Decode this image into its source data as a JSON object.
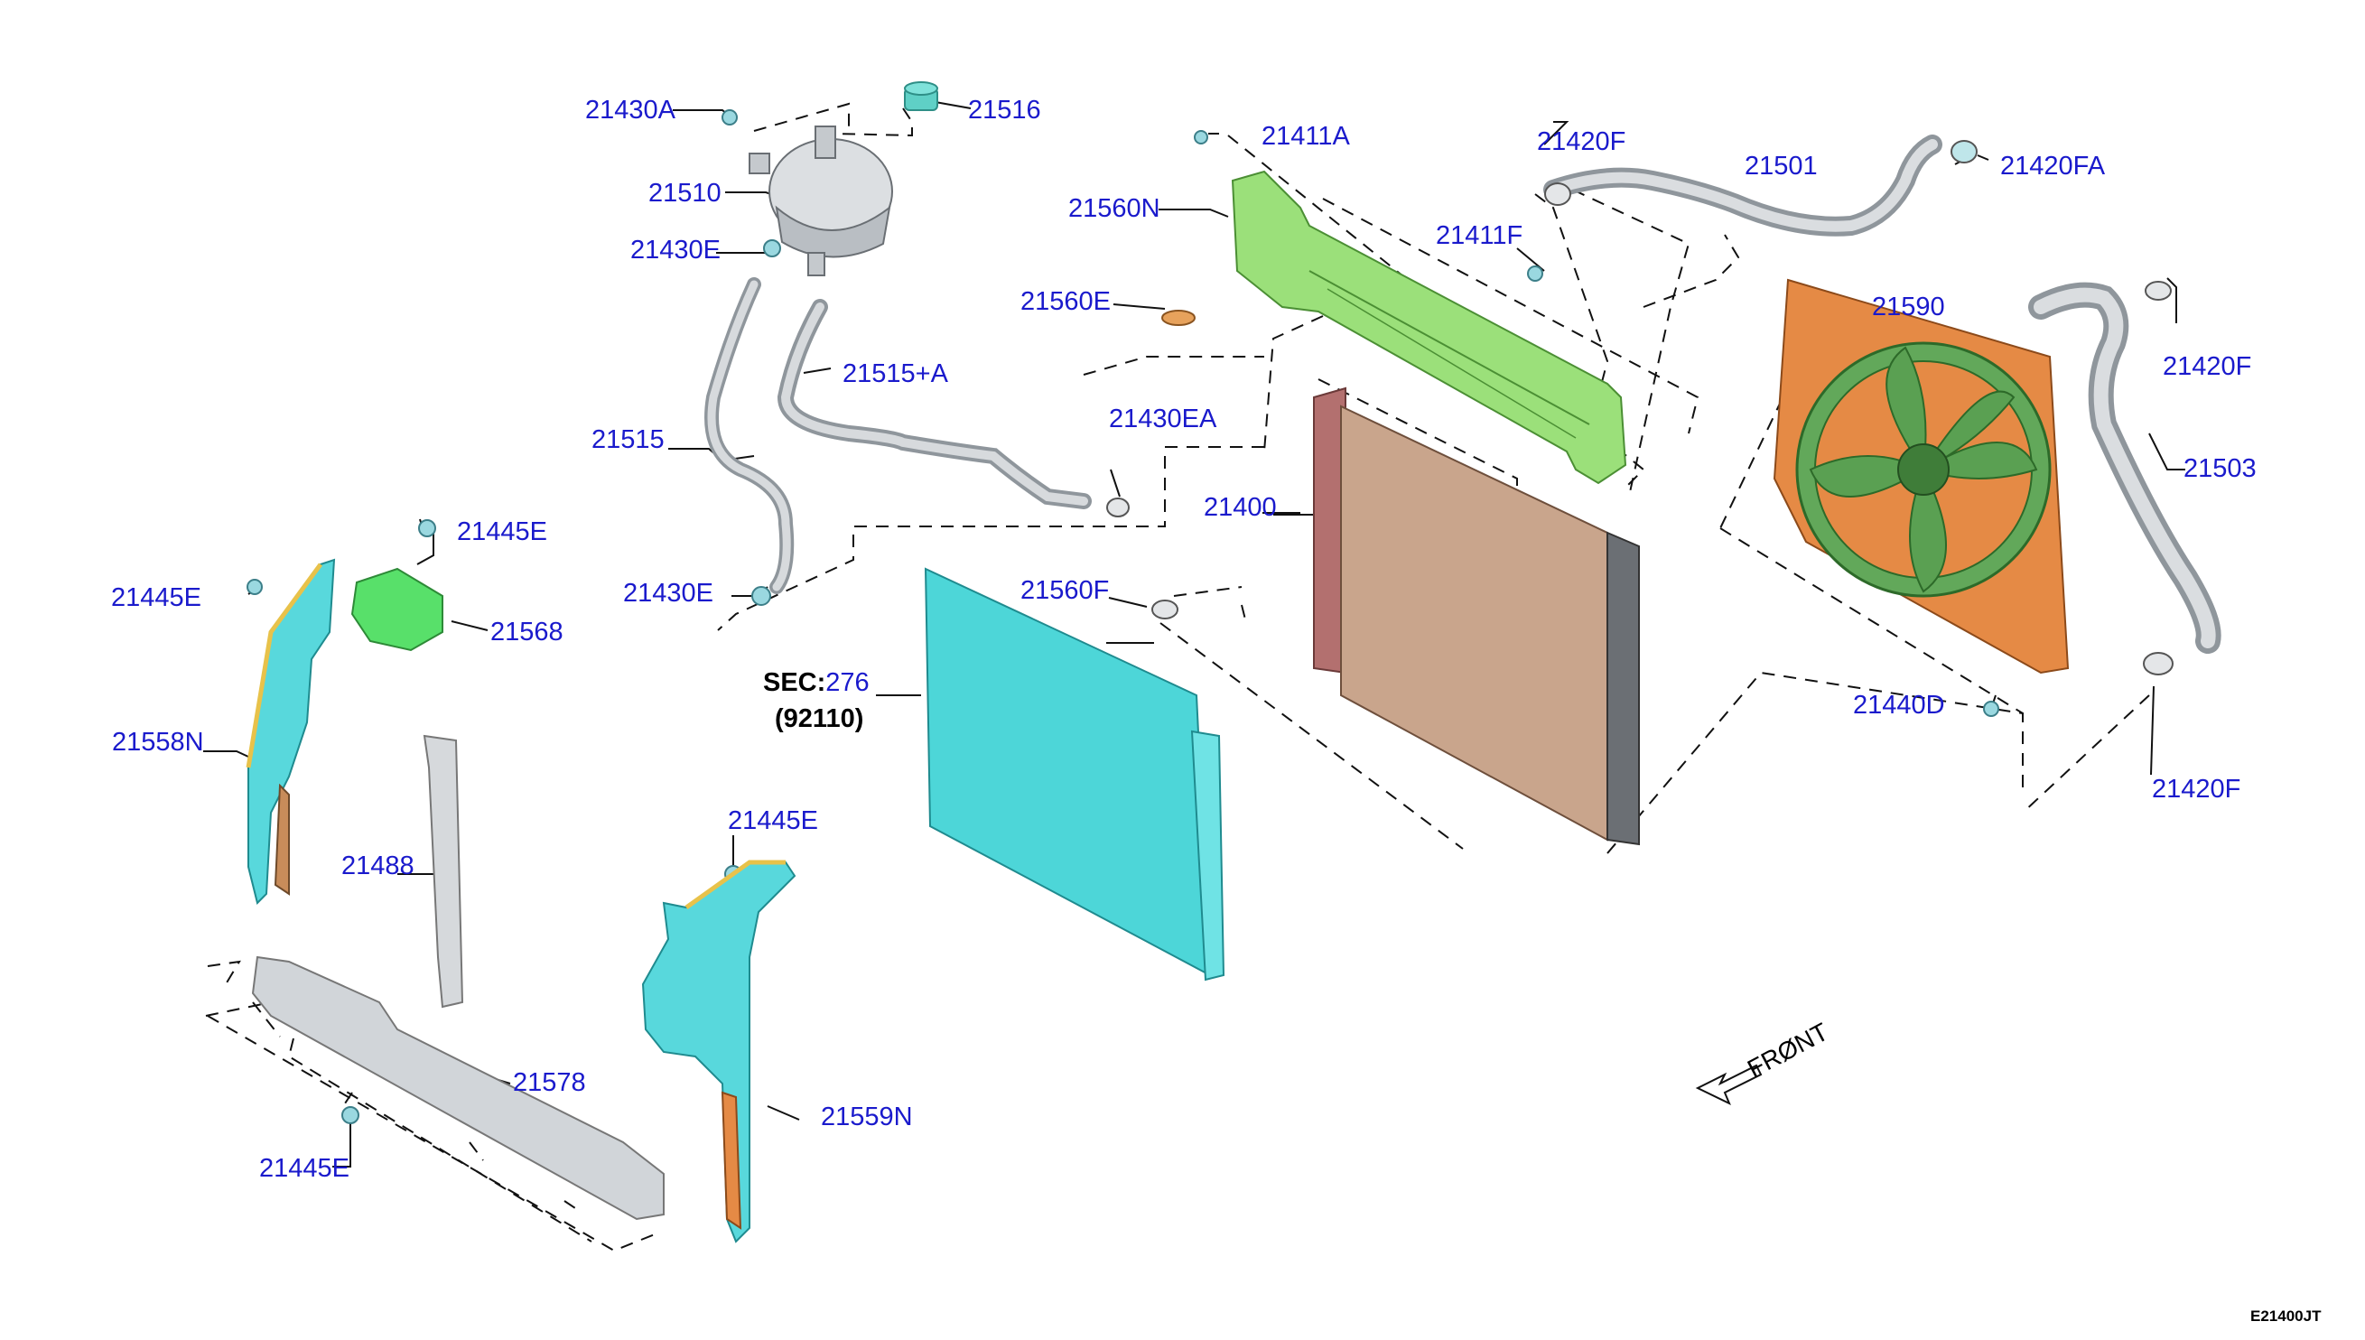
{
  "diagram": {
    "drawing_code": "E21400JT",
    "front_label": "FRØNT",
    "section_ref": {
      "prefix": "SEC:",
      "number": "276",
      "sub": "(92110)"
    },
    "parts": [
      "21430A",
      "21516",
      "21411A",
      "21420F",
      "21501",
      "21420FA",
      "21510",
      "21560N",
      "21430E",
      "21411F",
      "21560E",
      "21590",
      "21420F",
      "21515+A",
      "21515",
      "21430EA",
      "21503",
      "21400",
      "21445E",
      "21445E",
      "21568",
      "21560F",
      "21430E",
      "21440D",
      "21558N",
      "21420F",
      "21445E",
      "21488",
      "21578",
      "21559N",
      "21445E"
    ]
  }
}
